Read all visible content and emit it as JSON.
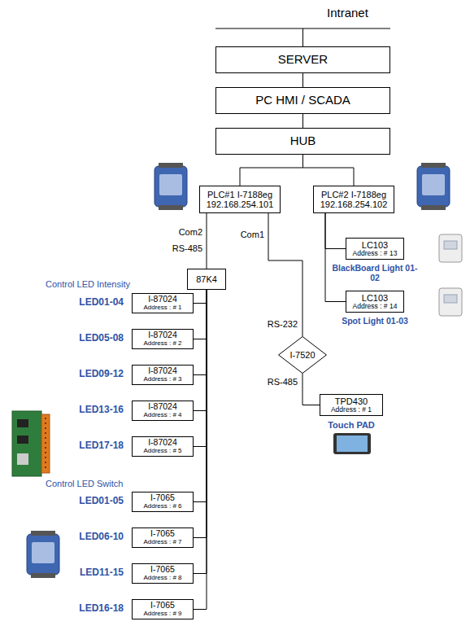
{
  "diagram": {
    "nodes": [
      {
        "text": [
          "SERVER"
        ]
      },
      {
        "text": [
          "PC HMI / SCADA"
        ]
      },
      {
        "text": [
          "HUB"
        ]
      },
      {
        "text": [
          "PLC#1 I-7188eg",
          "192.168.254.101"
        ]
      },
      {
        "text": [
          "PLC#2 I-7188eg",
          "192.168.254.102"
        ]
      },
      {
        "text": [
          "87K4"
        ]
      },
      {
        "text": [
          "I-87024",
          "Address : # 1"
        ]
      },
      {
        "text": [
          "I-87024",
          "Address : # 2"
        ]
      },
      {
        "text": [
          "I-87024",
          "Address : # 3"
        ]
      },
      {
        "text": [
          "I-87024",
          "Address : # 4"
        ]
      },
      {
        "text": [
          "I-87024",
          "Address : # 5"
        ]
      },
      {
        "text": [
          "I-7065",
          "Address : # 6"
        ]
      },
      {
        "text": [
          "I-7065",
          "Address : # 7"
        ]
      },
      {
        "text": [
          "I-7065",
          "Address : # 8"
        ]
      },
      {
        "text": [
          "I-7065",
          "Address : # 9"
        ]
      },
      {
        "text": [
          "I-7520"
        ]
      },
      {
        "text": [
          "TPD430",
          "Address : # 1"
        ]
      },
      {
        "text": [
          "LC103",
          "Address : # 13"
        ]
      },
      {
        "text": [
          "LC103",
          "Address : # 14"
        ]
      }
    ],
    "edges": [
      {
        "from": 0,
        "to": 1,
        "arrow": "none"
      },
      {
        "from": 1,
        "to": 2,
        "arrow": "none"
      },
      {
        "from": 2,
        "to": 3,
        "arrow": "none"
      },
      {
        "from": 2,
        "to": 4,
        "arrow": "none"
      },
      {
        "from": 3,
        "to": 5,
        "arrow": "none"
      },
      {
        "from": 5,
        "to": 6,
        "arrow": "none"
      },
      {
        "from": 5,
        "to": 7,
        "arrow": "none"
      },
      {
        "from": 5,
        "to": 8,
        "arrow": "none"
      },
      {
        "from": 5,
        "to": 9,
        "arrow": "none"
      },
      {
        "from": 5,
        "to": 10,
        "arrow": "none"
      },
      {
        "from": 5,
        "to": 11,
        "arrow": "none"
      },
      {
        "from": 5,
        "to": 12,
        "arrow": "none"
      },
      {
        "from": 5,
        "to": 13,
        "arrow": "none"
      },
      {
        "from": 5,
        "to": 14,
        "arrow": "none"
      },
      {
        "from": 3,
        "to": 15,
        "arrow": "none"
      },
      {
        "from": 15,
        "to": 16,
        "arrow": "none"
      },
      {
        "from": 4,
        "to": 17,
        "arrow": "none"
      },
      {
        "from": 4,
        "to": 18,
        "arrow": "none"
      }
    ],
    "labels": [
      "Intranet",
      "Com2",
      "RS-485",
      "Com1",
      "RS-232",
      "RS-485",
      "Control LED Intensity",
      "LED01-04",
      "LED05-08",
      "LED09-12",
      "LED13-16",
      "LED17-18",
      "Control LED Switch",
      "LED01-05",
      "LED06-10",
      "LED11-15",
      "LED16-18",
      "BlackBoard Light 01-02",
      "Spot Light 01-03",
      "Touch PAD"
    ]
  }
}
